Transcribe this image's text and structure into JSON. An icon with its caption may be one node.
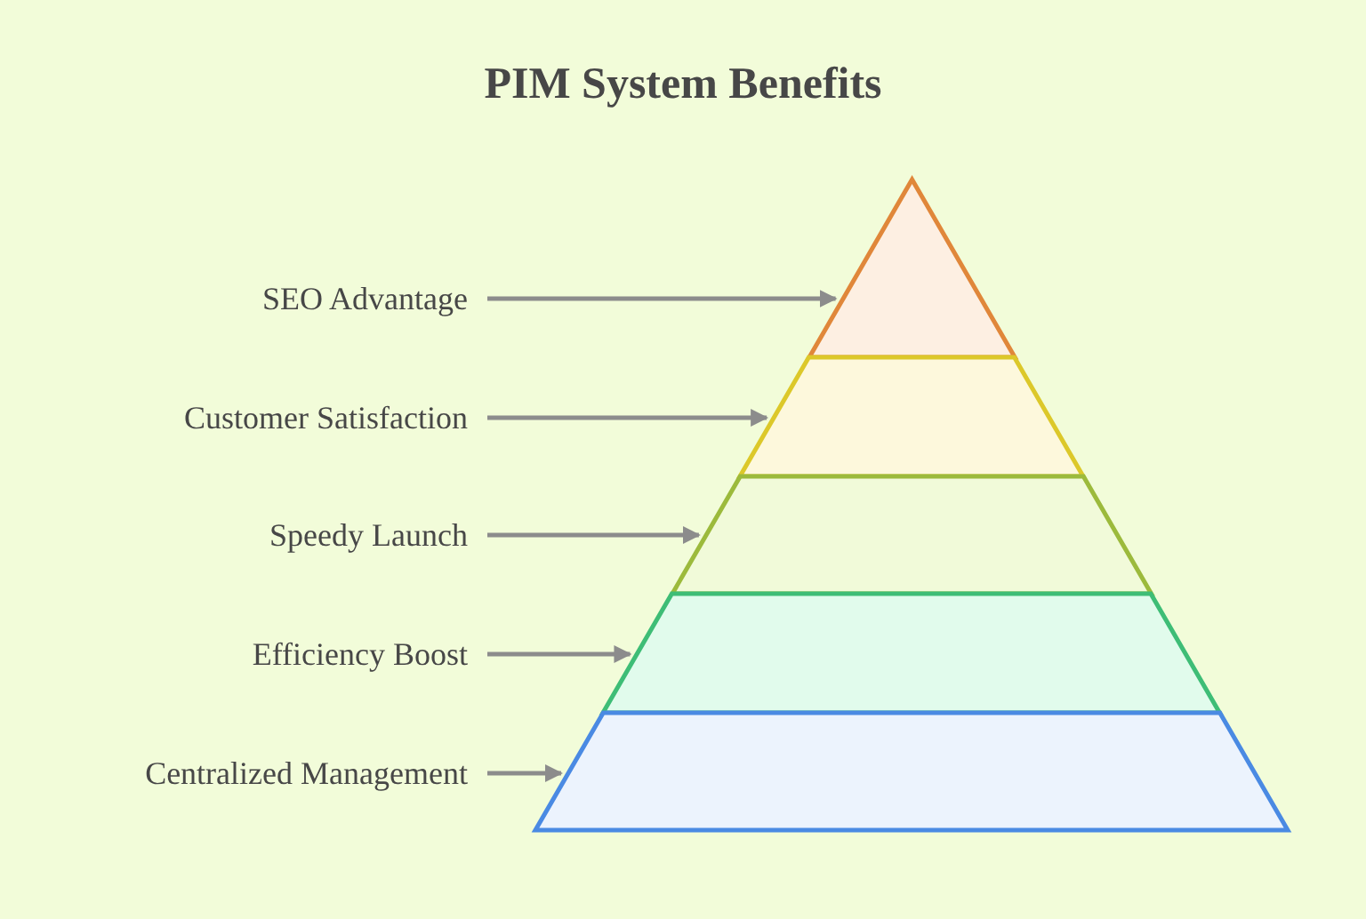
{
  "diagram": {
    "title": "PIM System Benefits",
    "nodes": [
      {
        "text": [
          "SEO Advantage"
        ]
      },
      {
        "text": [
          "Customer Satisfaction"
        ]
      },
      {
        "text": [
          "Speedy Launch"
        ]
      },
      {
        "text": [
          "Efficiency Boost"
        ]
      },
      {
        "text": [
          "Centralized Management"
        ]
      },
      {
        "text": [],
        "shape": "triangle"
      },
      {
        "text": [],
        "shape": "trapezoid"
      },
      {
        "text": [],
        "shape": "trapezoid"
      },
      {
        "text": [],
        "shape": "trapezoid"
      },
      {
        "text": [],
        "shape": "trapezoid"
      }
    ],
    "edges": [
      {
        "from": 0,
        "to": 5,
        "arrow": "to"
      },
      {
        "from": 1,
        "to": 6,
        "arrow": "to"
      },
      {
        "from": 2,
        "to": 7,
        "arrow": "to"
      },
      {
        "from": 3,
        "to": 8,
        "arrow": "to"
      },
      {
        "from": 4,
        "to": 9,
        "arrow": "to"
      }
    ]
  }
}
